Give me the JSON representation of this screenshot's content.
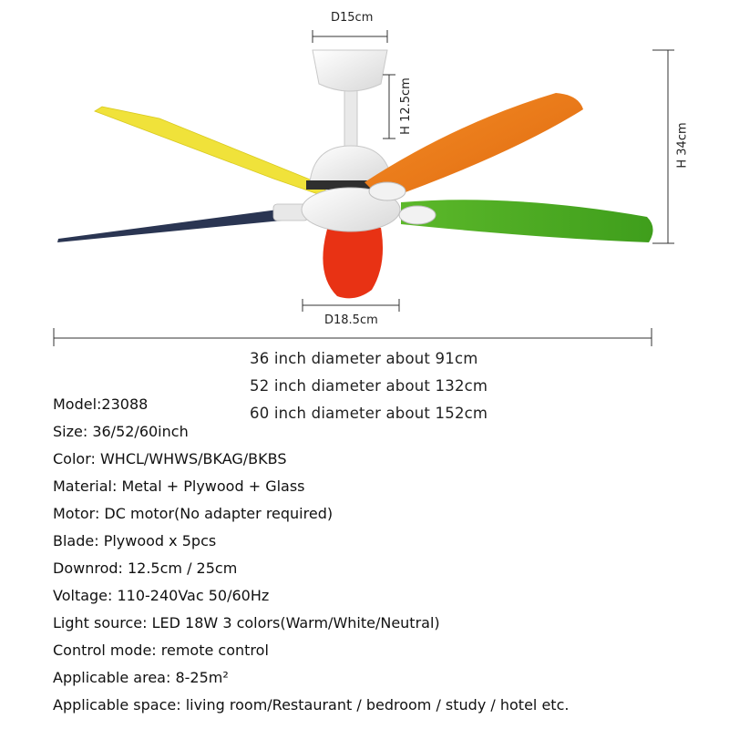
{
  "dimensions": {
    "top_diameter": "D15cm",
    "downrod_height": "H 12.5cm",
    "total_height": "H 34cm",
    "light_diameter": "D18.5cm"
  },
  "diameters": [
    "36 inch diameter about 91cm",
    "52 inch diameter about 132cm",
    "60 inch diameter about 152cm"
  ],
  "specs": [
    "Model:23088",
    "Size: 36/52/60inch",
    "Color: WHCL/WHWS/BKAG/BKBS",
    "Material: Metal + Plywood + Glass",
    "Motor: DC motor(No adapter required)",
    "Blade: Plywood x 5pcs",
    "Downrod: 12.5cm / 25cm",
    "Voltage: 110-240Vac 50/60Hz",
    "Light source: LED 18W 3 colors(Warm/White/Neutral)",
    "Control mode: remote control",
    "Applicable area: 8-25m²",
    "Applicable space: living room/Restaurant / bedroom / study / hotel etc."
  ],
  "colors": {
    "blade_yellow": "#f0e23a",
    "blade_orange": "#ee7a18",
    "blade_green": "#4fae22",
    "blade_red": "#e83214",
    "blade_dark": "#2a3552",
    "body_white": "#f2f2f2"
  }
}
